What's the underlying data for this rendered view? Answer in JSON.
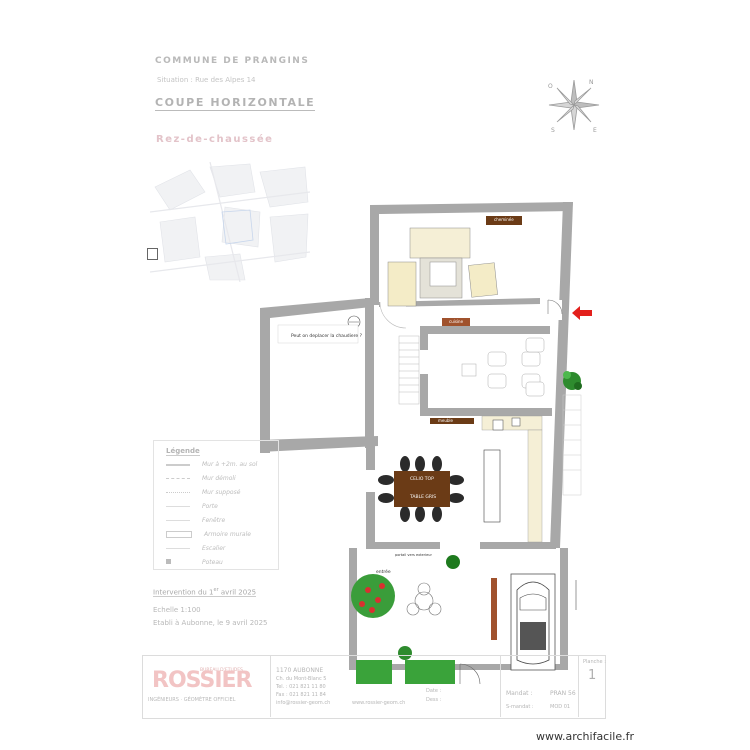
{
  "header": {
    "commune": "COMMUNE DE PRANGINS",
    "situation": "Situation : Rue des Alpes 14",
    "title": "COUPE HORIZONTALE",
    "level": "Rez-de-chaussée"
  },
  "plan": {
    "note_chaudiere": "Peut on deplacer la chaudiere ?",
    "label_entree": "entrée",
    "label_table_top": "CELIO TOP",
    "label_table_bottom": "TABLE GRIS",
    "label_cabinet_top": "cheminée",
    "label_cabinet_mid": "cuisine",
    "label_cabinet_low": "meuble",
    "label_porte": "portail vers exterieur"
  },
  "legend": {
    "title": "Légende",
    "items": [
      "Mur à +2m. au sol",
      "Mur démoli",
      "Mur supposé",
      "Porte",
      "Fenêtre",
      "Armoire murale",
      "Escalier",
      "Poteau"
    ]
  },
  "footer": {
    "intervention_prefix": "Intervention du 1",
    "intervention_sup": "er",
    "intervention_suffix": " avril 2025",
    "echelle": "Echelle 1:100",
    "etabli": "Etabli à Aubonne, le 9 avril 2025"
  },
  "cartouche": {
    "logo": "ROSSIER",
    "logo_top": "BUREAU D'ETUDES",
    "logo_sub": "INGÉNIEURS · GÉOMÈTRE OFFICIEL",
    "city": "1170 AUBONNE",
    "address": "Ch. du Mont-Blanc 5",
    "tel": "Tel. : 021 821 11 80",
    "fax": "Fax : 021 821 11 84",
    "email": "info@rossier-geom.ch",
    "web": "www.rossier-geom.ch",
    "date_label": "Date :",
    "dessin_label": "Dess :",
    "mandat_label": "Mandat :",
    "mandat_value": "PRAN 56",
    "smandat_label": "S-mandat :",
    "smandat_value": "MOD 01",
    "planche_label": "Planche :",
    "planche_value": "1"
  },
  "watermark": "www.archifacile.fr",
  "colors": {
    "wall": "#a8a8a8",
    "wood": "#6b3b16",
    "wood_alt": "#a0522d",
    "hedge": "#3aa33a",
    "arrow": "#e3201c"
  }
}
